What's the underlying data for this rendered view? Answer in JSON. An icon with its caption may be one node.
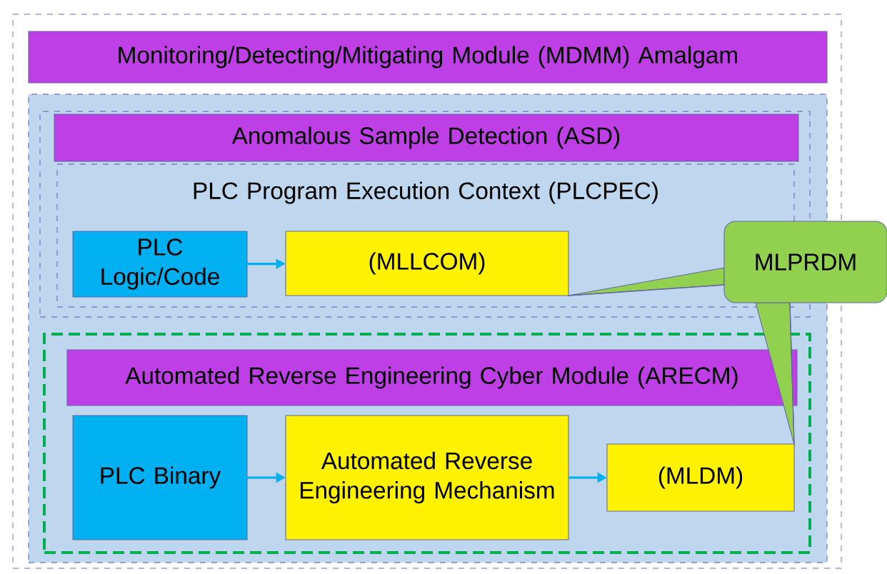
{
  "diagram": {
    "nodes": [
      {
        "text": [],
        "shape": "box"
      },
      {
        "text": [
          "Monitoring/Detecting/Mitigating Module (MDMM) Amalgam"
        ],
        "in": 0
      },
      {
        "text": [],
        "shape": "box",
        "in": 0
      },
      {
        "text": [],
        "shape": "box",
        "in": 2
      },
      {
        "text": [
          "Anomalous Sample Detection (ASD)"
        ],
        "in": 3
      },
      {
        "text": [
          "PLC Program Execution Context (PLCPEC)"
        ],
        "in": 3
      },
      {
        "text": [
          "PLC Logic/Code"
        ],
        "in": 5
      },
      {
        "text": [
          "(MLLCOM)"
        ],
        "in": 5
      },
      {
        "text": [],
        "shape": "box",
        "in": 2
      },
      {
        "text": [
          "Automated Reverse Engineering Cyber Module (ARECM)"
        ],
        "in": 8
      },
      {
        "text": [
          "PLC Binary"
        ],
        "in": 8
      },
      {
        "text": [
          "Automated Reverse Engineering Mechanism"
        ],
        "in": 8
      },
      {
        "text": [
          "(MLDM)"
        ],
        "in": 8
      },
      {
        "text": [
          "MLPRDM"
        ]
      }
    ],
    "edges": [
      {
        "from": 6,
        "to": 7,
        "arrow": "to"
      },
      {
        "from": 10,
        "to": 11,
        "arrow": "to"
      },
      {
        "from": 11,
        "to": 12,
        "arrow": "to"
      },
      {
        "from": 13,
        "to": 7,
        "arrow": "none",
        "color": "#6666a3"
      },
      {
        "from": 13,
        "to": 12,
        "arrow": "none",
        "color": "#6666a3"
      }
    ]
  }
}
